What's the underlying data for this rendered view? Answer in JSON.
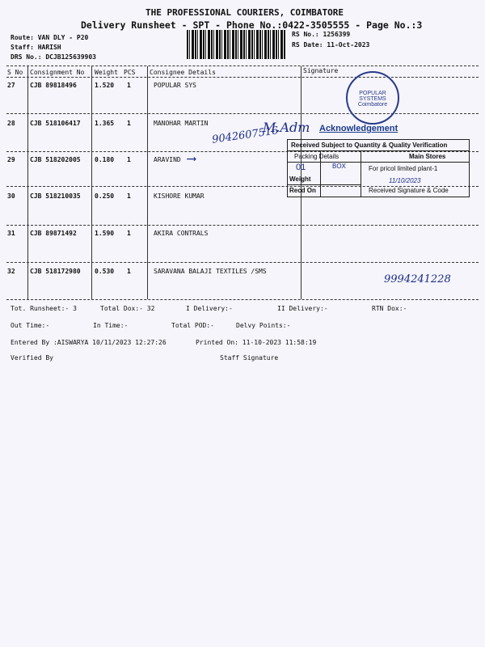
{
  "header": {
    "company": "THE PROFESSIONAL COURIERS, COIMBATORE",
    "subtitle": "Delivery Runsheet - SPT - Phone No.:0422-3505555 - Page No.:3",
    "route": "Route: VAN DLY - P20",
    "staff": "Staff: HARISH",
    "drs": "DRS No.: DCJB125639903",
    "rs_no": "RS No.: 1256399",
    "rs_date": "RS Date: 11-Oct-2023"
  },
  "table": {
    "columns": [
      "S No",
      "Consignment No",
      "Weight",
      "PCS",
      "Consignee Details",
      "Signature"
    ],
    "rows": [
      {
        "sno": "27",
        "cons": "CJB 89818496",
        "weight": "1.520",
        "pcs": "1",
        "consignee": "POPULAR SYS"
      },
      {
        "sno": "28",
        "cons": "CJB 518106417",
        "weight": "1.365",
        "pcs": "1",
        "consignee": "MANOHAR MARTIN"
      },
      {
        "sno": "29",
        "cons": "CJB 518202005",
        "weight": "0.180",
        "pcs": "1",
        "consignee": "ARAVIND"
      },
      {
        "sno": "30",
        "cons": "CJB 518210035",
        "weight": "0.250",
        "pcs": "1",
        "consignee": "KISHORE KUMAR"
      },
      {
        "sno": "31",
        "cons": "CJB 89871492",
        "weight": "1.590",
        "pcs": "1",
        "consignee": "AKIRA CONTRALS"
      },
      {
        "sno": "32",
        "cons": "CJB 518172980",
        "weight": "0.530",
        "pcs": "1",
        "consignee": "SARAVANA BALAJI TEXTILES /SMS"
      }
    ]
  },
  "annotations": {
    "phone1": "9042607516",
    "name1": "M.Adm",
    "phone2": "9994241228",
    "seal": "POPULAR SYSTEMS Coimbatore"
  },
  "stamp": {
    "title": "Acknowledgement",
    "line1": "Received Subject to Quantity & Quality Verification",
    "packing": "Packing Details",
    "stores": "Main Stores",
    "qty": "01",
    "unit": "BOX",
    "for": "For pricol limited plant-1",
    "weight": "Weight",
    "recd": "Recd On",
    "sign": "Received Signature & Code",
    "date": "11/10/2023"
  },
  "footer": {
    "tot_runsheet": "Tot. Runsheet:- 3",
    "total_dox": "Total Dox:-  32",
    "i_delivery": "I Delivery:-",
    "ii_delivery": "II Delivery:-",
    "rtn_dox": "RTN Dox:-",
    "out_time": "Out Time:-",
    "in_time": "In Time:-",
    "total_pod": "Total POD:-",
    "delvy_points": "Delvy Points:-",
    "entered_by": "Entered By :AISWARYA 10/11/2023 12:27:26",
    "printed_on": "Printed On: 11-10-2023 11:58:19",
    "verified_by": "Verified By",
    "staff_signature": "Staff Signature"
  }
}
